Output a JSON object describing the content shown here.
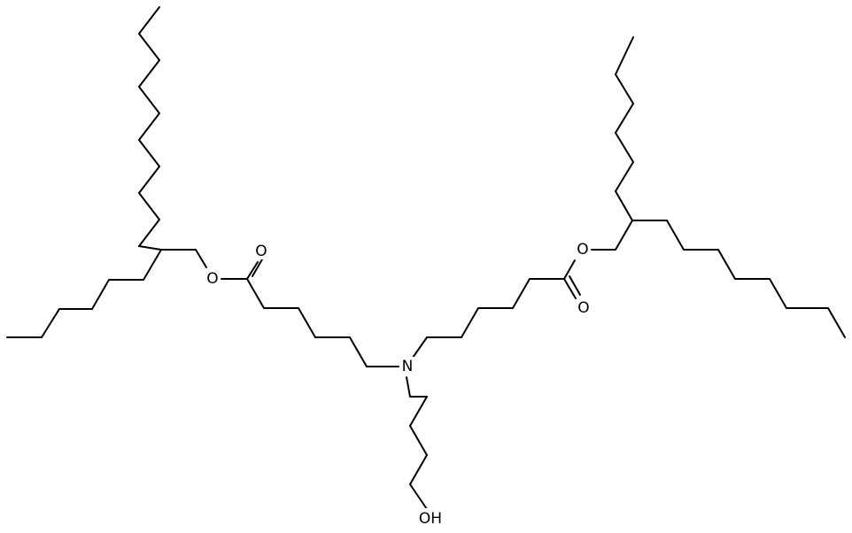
{
  "diagram": {
    "type": "skeletal-structure",
    "line_color": "#000000",
    "background_color": "#ffffff",
    "atom_labels": {
      "ester_o_left": "O",
      "carbonyl_o_left": "O",
      "amine_n": "N",
      "ester_o_right": "O",
      "carbonyl_o_right": "O",
      "hydroxyl": "OH"
    }
  }
}
